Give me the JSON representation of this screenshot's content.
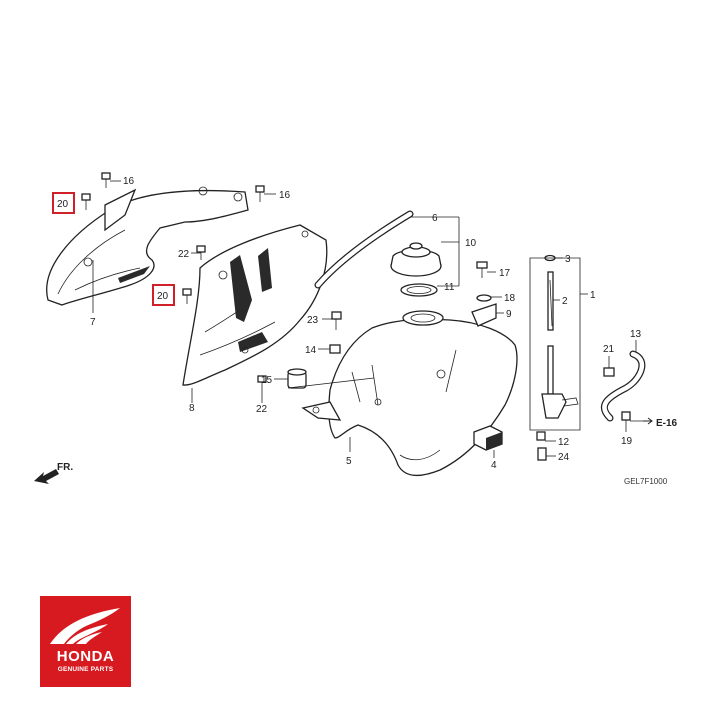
{
  "diagram": {
    "callouts": {
      "c1": "1",
      "c2": "2",
      "c3": "3",
      "c4": "4",
      "c5": "5",
      "c6": "6",
      "c7": "7",
      "c8": "8",
      "c9": "9",
      "c10": "10",
      "c11": "11",
      "c12": "12",
      "c13": "13",
      "c14": "14",
      "c15": "15",
      "c16a": "16",
      "c16b": "16",
      "c17": "17",
      "c18": "18",
      "c19": "19",
      "c20a": "20",
      "c20b": "20",
      "c21": "21",
      "c22a": "22",
      "c22b": "22",
      "c23": "23",
      "c24": "24"
    },
    "reference": "E-16",
    "direction_label": "FR.",
    "diagram_code": "GEL7F1000",
    "highlight_color": "#d0202a"
  },
  "logo": {
    "brand": "HONDA",
    "tagline": "GENUINE PARTS",
    "color": "#d71920"
  }
}
